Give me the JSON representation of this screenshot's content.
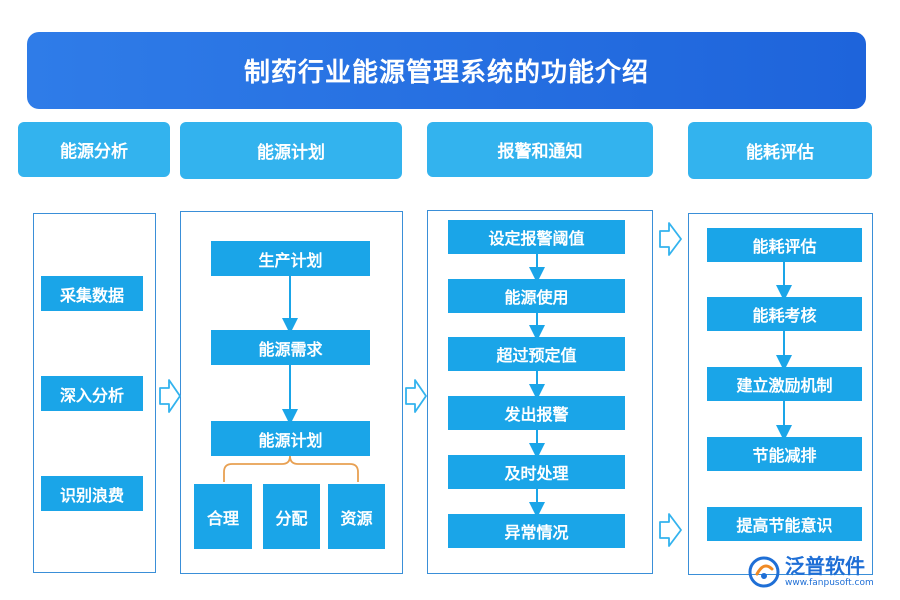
{
  "title": "制药行业能源管理系统的功能介绍",
  "columns": [
    {
      "header": "能源分析",
      "items": [
        "采集数据",
        "深入分析",
        "识别浪费"
      ]
    },
    {
      "header": "能源计划",
      "items": [
        "生产计划",
        "能源需求",
        "能源计划"
      ],
      "subitems": [
        "合理",
        "分配",
        "资源"
      ]
    },
    {
      "header": "报警和通知",
      "items": [
        "设定报警阈值",
        "能源使用",
        "超过预定值",
        "发出报警",
        "及时处理",
        "异常情况"
      ]
    },
    {
      "header": "能耗评估",
      "items": [
        "能耗评估",
        "能耗考核",
        "建立激励机制",
        "节能减排",
        "提高节能意识"
      ]
    }
  ],
  "colors": {
    "title_bg": "#2370e0",
    "header_bg": "#33b3ee",
    "box_bg": "#1aa5e8",
    "panel_border": "#3a8fd8",
    "brace": "#e8a052"
  },
  "brand": {
    "name": "泛普软件",
    "url": "www.fanpusoft.com",
    "icon": "fanpu-logo-icon"
  }
}
